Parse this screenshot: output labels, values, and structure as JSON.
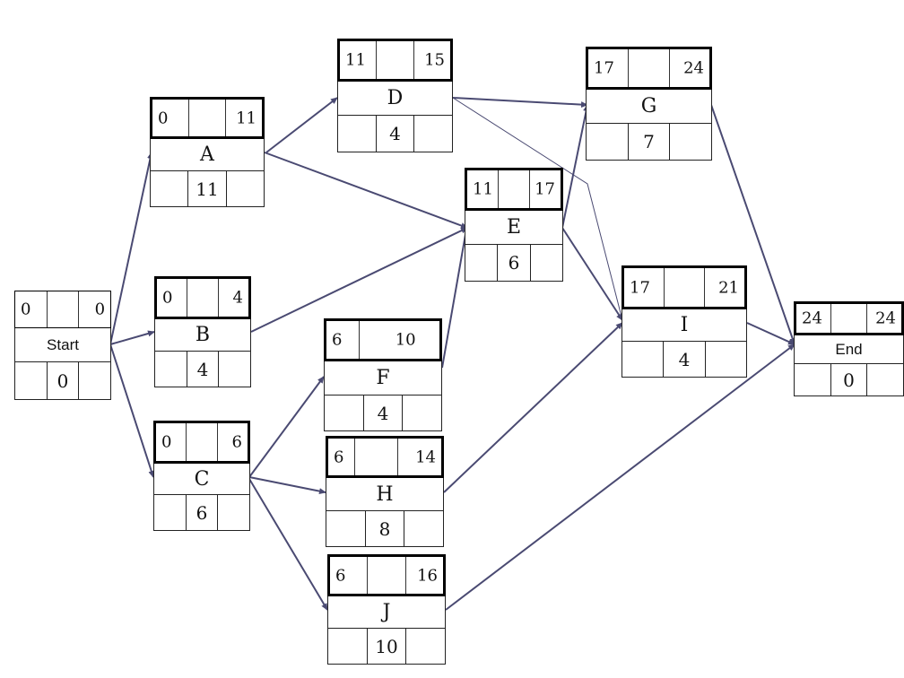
{
  "nodes": {
    "start": {
      "es": "0",
      "ef": "0",
      "name": "Start",
      "duration": "0"
    },
    "a": {
      "es": "0",
      "ef": "11",
      "name": "A",
      "duration": "11"
    },
    "b": {
      "es": "0",
      "ef": "4",
      "name": "B",
      "duration": "4"
    },
    "c": {
      "es": "0",
      "ef": "6",
      "name": "C",
      "duration": "6"
    },
    "d": {
      "es": "11",
      "ef": "15",
      "name": "D",
      "duration": "4"
    },
    "e": {
      "es": "11",
      "ef": "17",
      "name": "E",
      "duration": "6"
    },
    "f": {
      "es": "6",
      "ef": "10",
      "name": "F",
      "duration": "4"
    },
    "h": {
      "es": "6",
      "ef": "14",
      "name": "H",
      "duration": "8"
    },
    "j": {
      "es": "6",
      "ef": "16",
      "name": "J",
      "duration": "10"
    },
    "g": {
      "es": "17",
      "ef": "24",
      "name": "G",
      "duration": "7"
    },
    "i": {
      "es": "17",
      "ef": "21",
      "name": "I",
      "duration": "4"
    },
    "end": {
      "es": "24",
      "ef": "24",
      "name": "End",
      "duration": "0"
    }
  },
  "edges": [
    [
      "start",
      "a"
    ],
    [
      "start",
      "b"
    ],
    [
      "start",
      "c"
    ],
    [
      "a",
      "d"
    ],
    [
      "a",
      "e"
    ],
    [
      "b",
      "e"
    ],
    [
      "c",
      "f"
    ],
    [
      "c",
      "h"
    ],
    [
      "c",
      "j"
    ],
    [
      "d",
      "g"
    ],
    [
      "d",
      "i"
    ],
    [
      "f",
      "e"
    ],
    [
      "e",
      "g"
    ],
    [
      "e",
      "i"
    ],
    [
      "h",
      "i"
    ],
    [
      "g",
      "end"
    ],
    [
      "i",
      "end"
    ],
    [
      "j",
      "end"
    ]
  ],
  "colors": {
    "arrow": "#4a4a72",
    "border": "#000000"
  }
}
